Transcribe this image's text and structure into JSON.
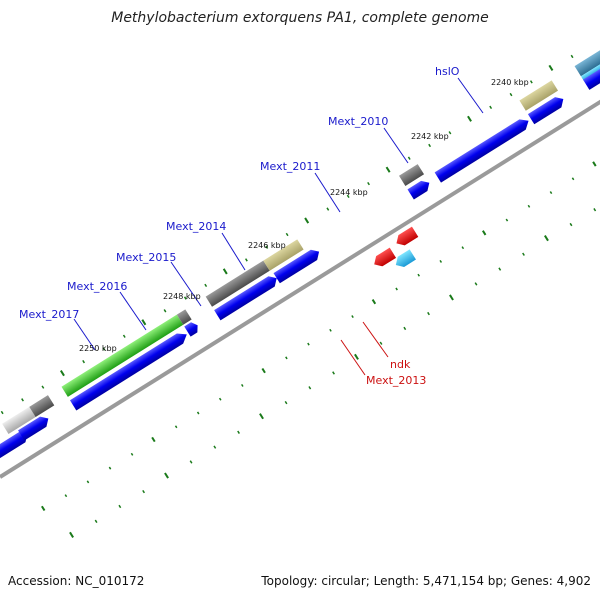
{
  "header": {
    "title": "Methylobacterium extorquens PA1, complete genome"
  },
  "footer": {
    "accession": "Accession: NC_010172",
    "summary": "Topology: circular; Length: 5,471,154 bp; Genes: 4,902"
  },
  "scale_labels": [
    "2240 kbp",
    "2242 kbp",
    "2244 kbp",
    "2246 kbp",
    "2248 kbp",
    "2250 kbp"
  ],
  "gene_labels": {
    "hslO": "hslO",
    "mext2010": "Mext_2010",
    "mext2011": "Mext_2011",
    "mext2014": "Mext_2014",
    "mext2015": "Mext_2015",
    "mext2016": "Mext_2016",
    "mext2017": "Mext_2017",
    "ndk": "ndk",
    "mext2013": "Mext_2013"
  },
  "colors": {
    "forward_label": "#1a1acc",
    "reverse_label": "#cc1111",
    "cds": "#0000ee",
    "backbone": "#888888",
    "ticks": "#1a7a1a"
  }
}
